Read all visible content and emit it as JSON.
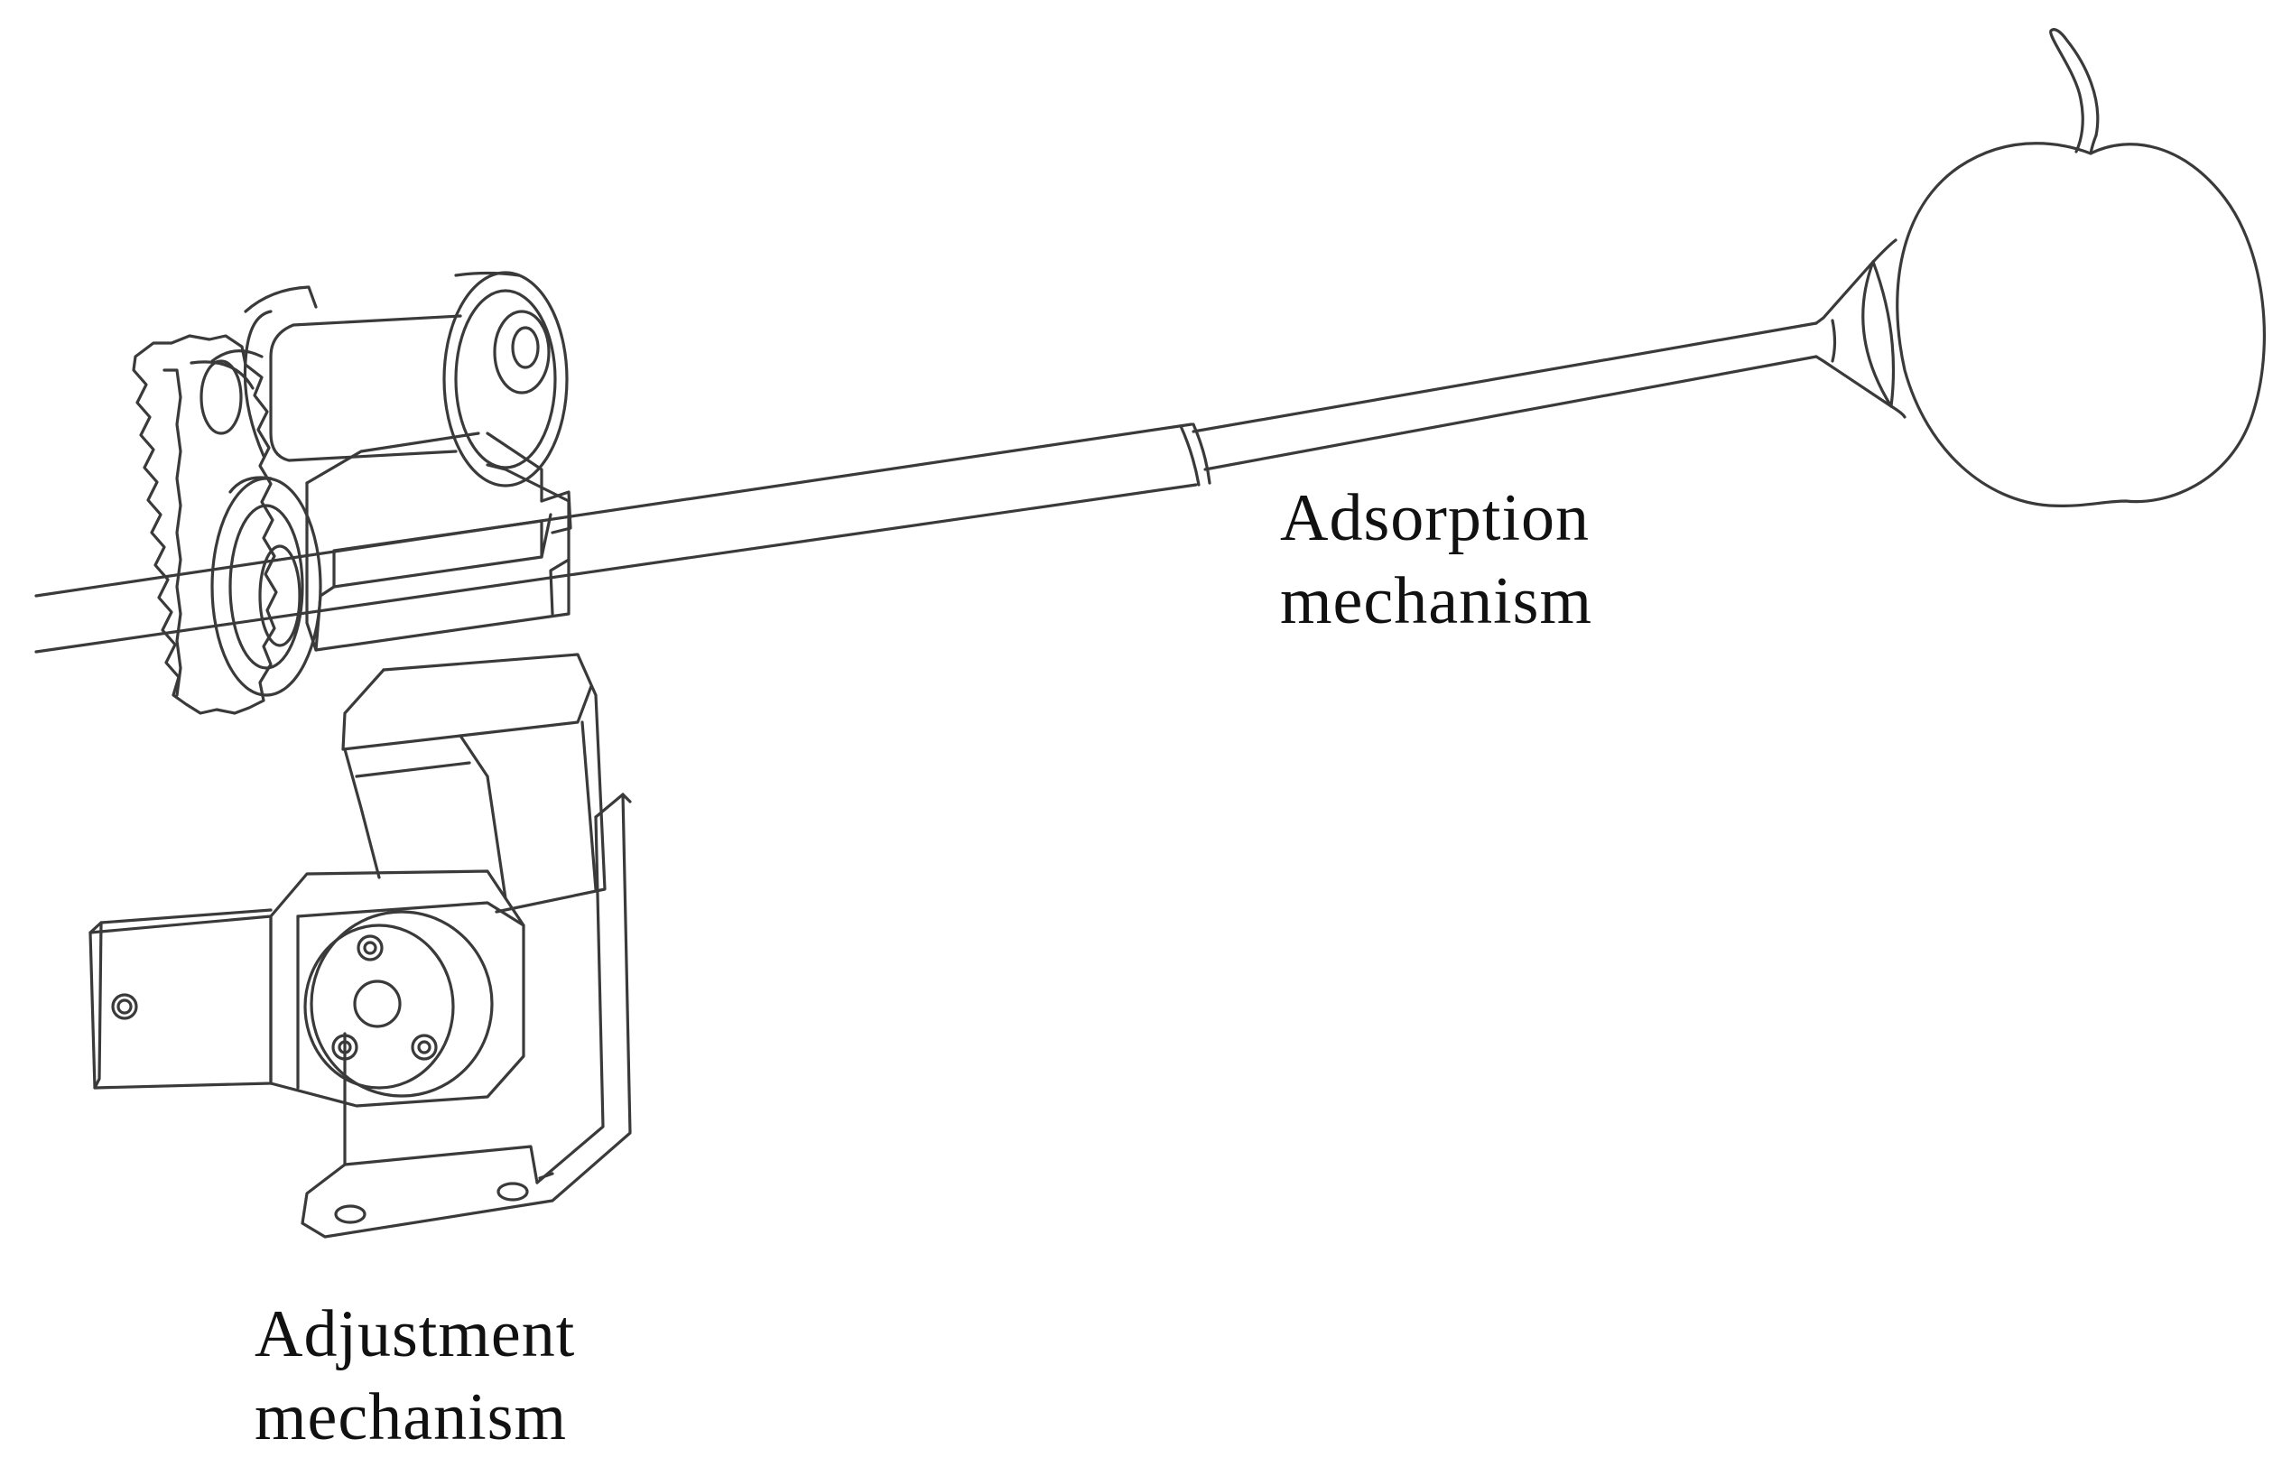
{
  "labels": {
    "adsorption": {
      "line1": "Adsorption",
      "line2": "mechanism"
    },
    "adjustment": {
      "line1": "Adjustment",
      "line2": "mechanism"
    }
  },
  "colors": {
    "stroke": "#3a3a3a",
    "background": "#ffffff",
    "text": "#111111"
  }
}
